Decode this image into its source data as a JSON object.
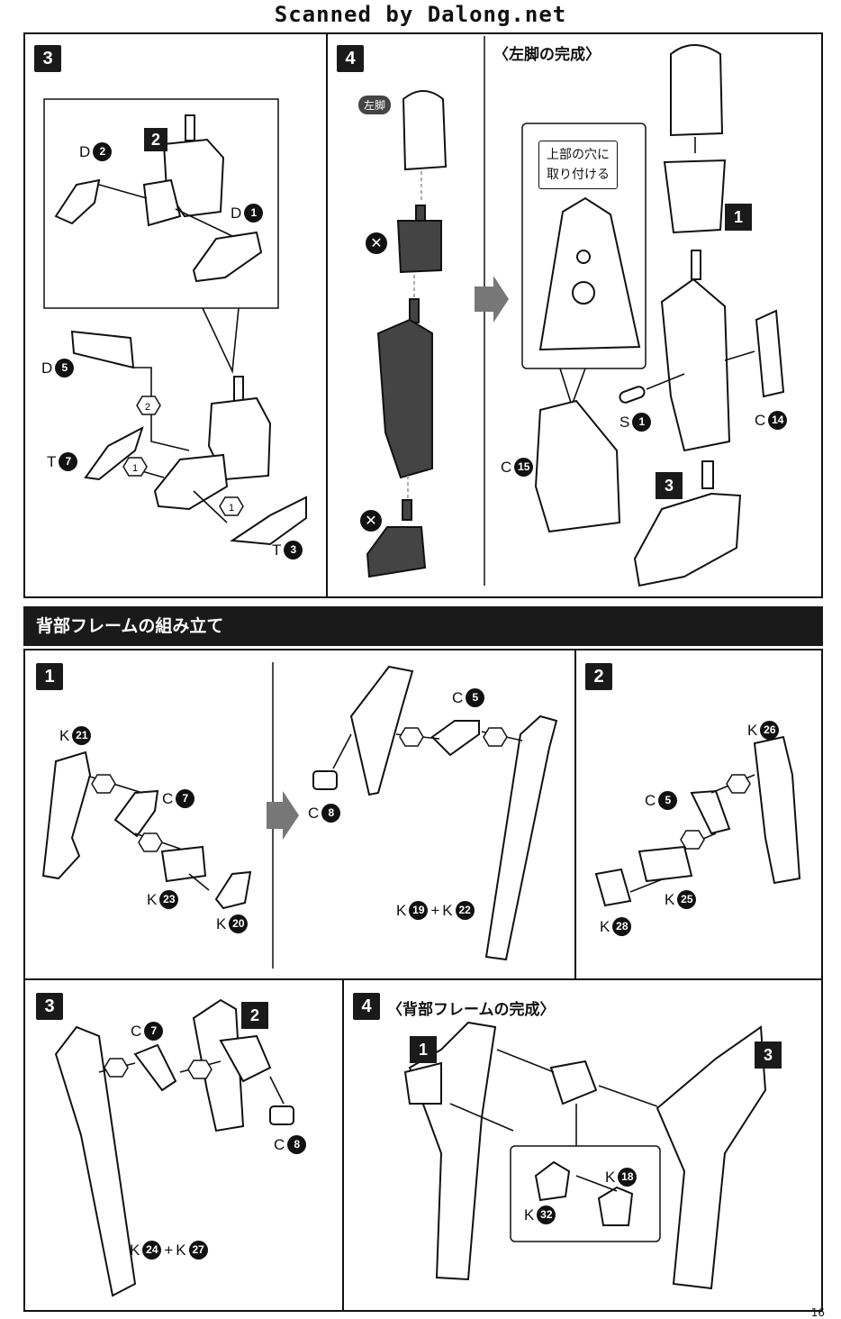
{
  "header": {
    "title": "Scanned by Dalong.net"
  },
  "page_number": "16",
  "top": {
    "step3": {
      "num": "3",
      "sub2": "2",
      "labels": {
        "d2": "D",
        "d2n": "2",
        "d1": "D",
        "d1n": "1",
        "d5": "D",
        "d5n": "5",
        "t7": "T",
        "t7n": "7",
        "t3": "T",
        "t3n": "3"
      },
      "order1": "1",
      "order2": "2"
    },
    "step4": {
      "num": "4",
      "tag": "左脚",
      "x": "✕"
    },
    "complete": {
      "title": "〈左脚の完成〉",
      "note_line1": "上部の穴に",
      "note_line2": "取り付ける",
      "sub1": "1",
      "sub3": "3",
      "labels": {
        "s1": "S",
        "s1n": "1",
        "c15": "C",
        "c15n": "15",
        "c14": "C",
        "c14n": "14"
      }
    }
  },
  "section": {
    "title": "背部フレームの組み立て"
  },
  "bottom": {
    "step1": {
      "num": "1",
      "labels": {
        "k21": "K",
        "k21n": "21",
        "c7": "C",
        "c7n": "7",
        "k23": "K",
        "k23n": "23",
        "k20": "K",
        "k20n": "20",
        "c8": "C",
        "c8n": "8",
        "c5": "C",
        "c5n": "5",
        "k19": "K",
        "k19n": "19",
        "plus": "+",
        "k22": "K",
        "k22n": "22"
      }
    },
    "step2": {
      "num": "2",
      "labels": {
        "k26": "K",
        "k26n": "26",
        "c5": "C",
        "c5n": "5",
        "k25": "K",
        "k25n": "25",
        "k28": "K",
        "k28n": "28"
      }
    },
    "step3": {
      "num": "3",
      "sub2": "2",
      "labels": {
        "c7": "C",
        "c7n": "7",
        "c8": "C",
        "c8n": "8",
        "k24": "K",
        "k24n": "24",
        "plus": "+",
        "k27": "K",
        "k27n": "27"
      }
    },
    "step4": {
      "num": "4",
      "title": "〈背部フレームの完成〉",
      "sub1": "1",
      "sub3": "3",
      "labels": {
        "k18": "K",
        "k18n": "18",
        "k32": "K",
        "k32n": "32"
      }
    }
  }
}
